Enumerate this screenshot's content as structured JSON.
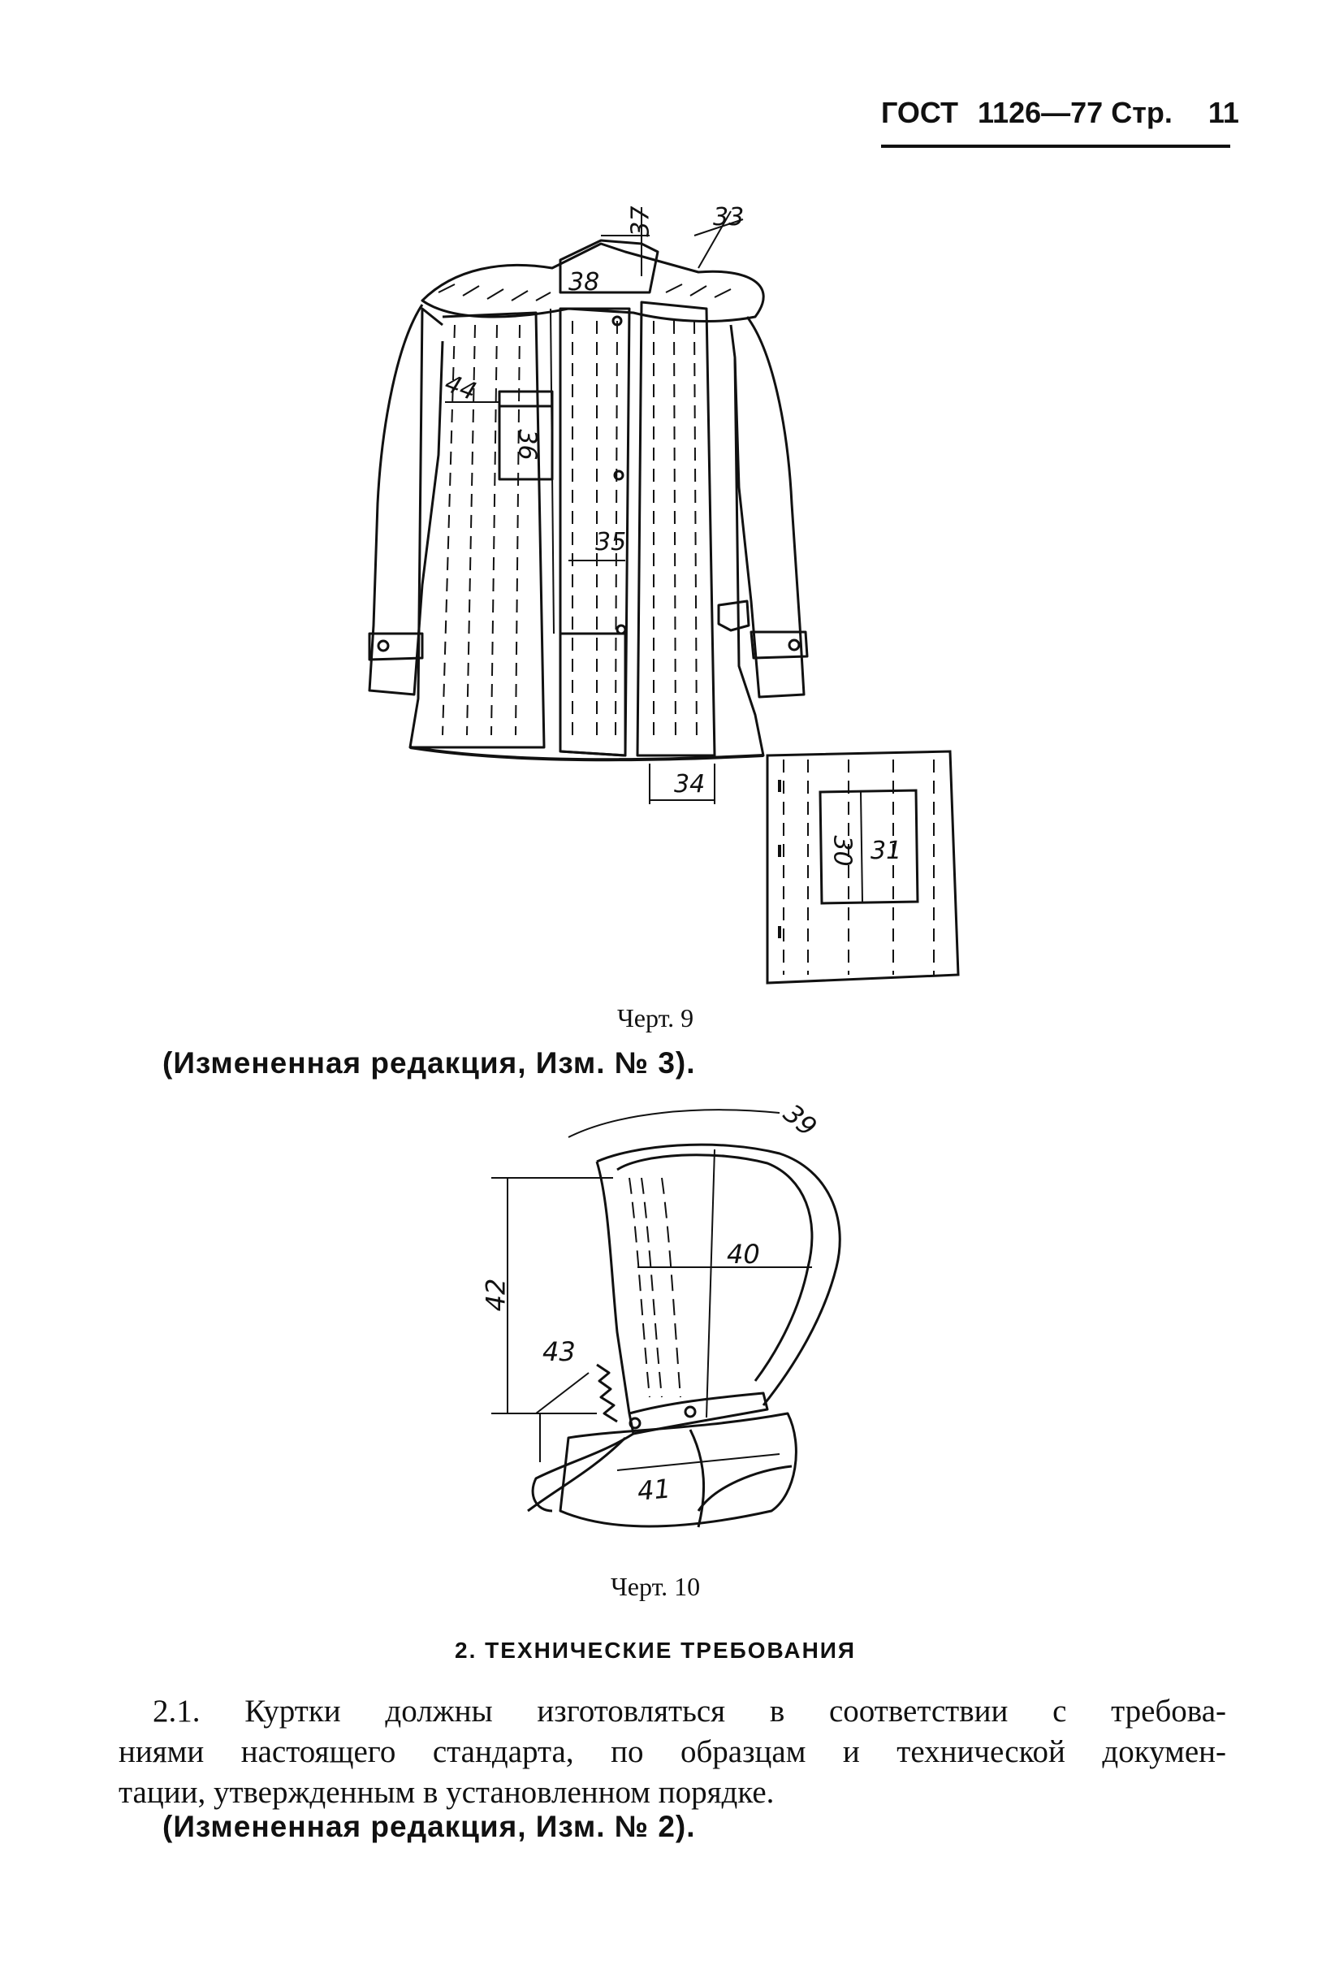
{
  "header": {
    "standard": "ГОСТ",
    "number": "1126—77",
    "page_label": "Стр.",
    "page_number": "11"
  },
  "figure9": {
    "caption": "Черт. 9",
    "labels": [
      "37",
      "33",
      "38",
      "44",
      "36",
      "35",
      "34",
      "30",
      "31"
    ]
  },
  "note1": "(Измененная редакция, Изм. № 3).",
  "figure10": {
    "caption": "Черт. 10",
    "labels": [
      "39",
      "40",
      "42",
      "43",
      "41"
    ]
  },
  "section": {
    "title": "2. ТЕХНИЧЕСКИЕ ТРЕБОВАНИЯ"
  },
  "paragraph": {
    "lines": [
      "2.1. Куртки должны изготовляться в соответствии с требова-",
      "ниями настоящего стандарта, по образцам и технической докумен-",
      "тации, утвержденным в установленном порядке."
    ]
  },
  "note2": "(Измененная редакция, Изм. № 2)."
}
